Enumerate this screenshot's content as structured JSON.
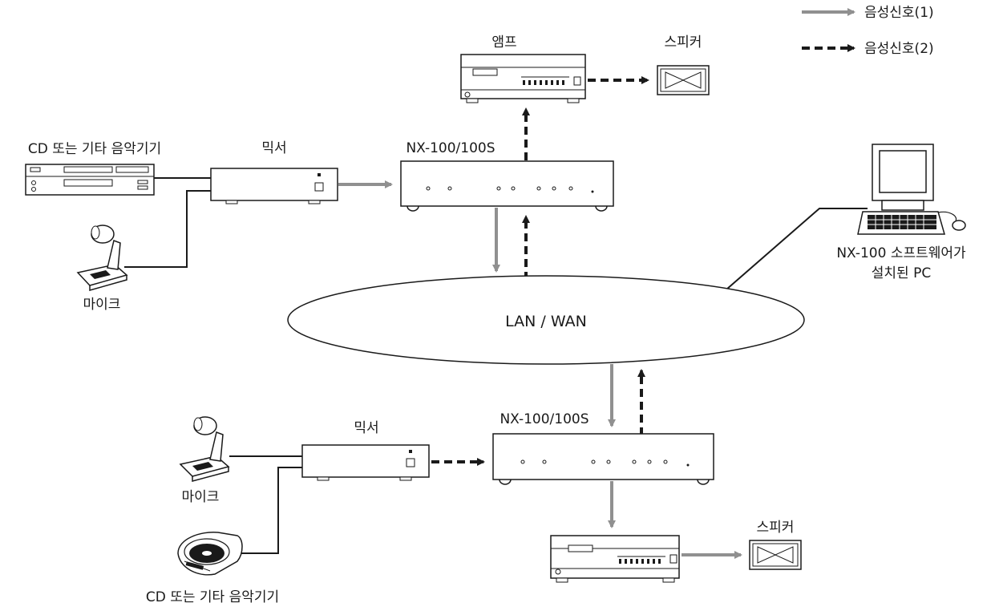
{
  "legend": {
    "signal1": "음성신호(1)",
    "signal2": "음성신호(2)"
  },
  "labels": {
    "amp": "앰프",
    "speaker_top": "스피커",
    "cd_top": "CD 또는 기타 음악기기",
    "mixer_top": "믹서",
    "nx_top": "NX-100/100S",
    "mic_top": "마이크",
    "pc_line1": "NX-100 소프트웨어가",
    "pc_line2": "설치된 PC",
    "network": "LAN / WAN",
    "mixer_bottom": "믹서",
    "nx_bottom": "NX-100/100S",
    "mic_bottom": "마이크",
    "cd_bottom": "CD 또는 기타 음악기기",
    "speaker_bottom": "스피커"
  },
  "colors": {
    "signal1": "#909090",
    "signal2": "#1a1a1a",
    "device_outline": "#1a1a1a",
    "device_fill": "#ffffff"
  }
}
